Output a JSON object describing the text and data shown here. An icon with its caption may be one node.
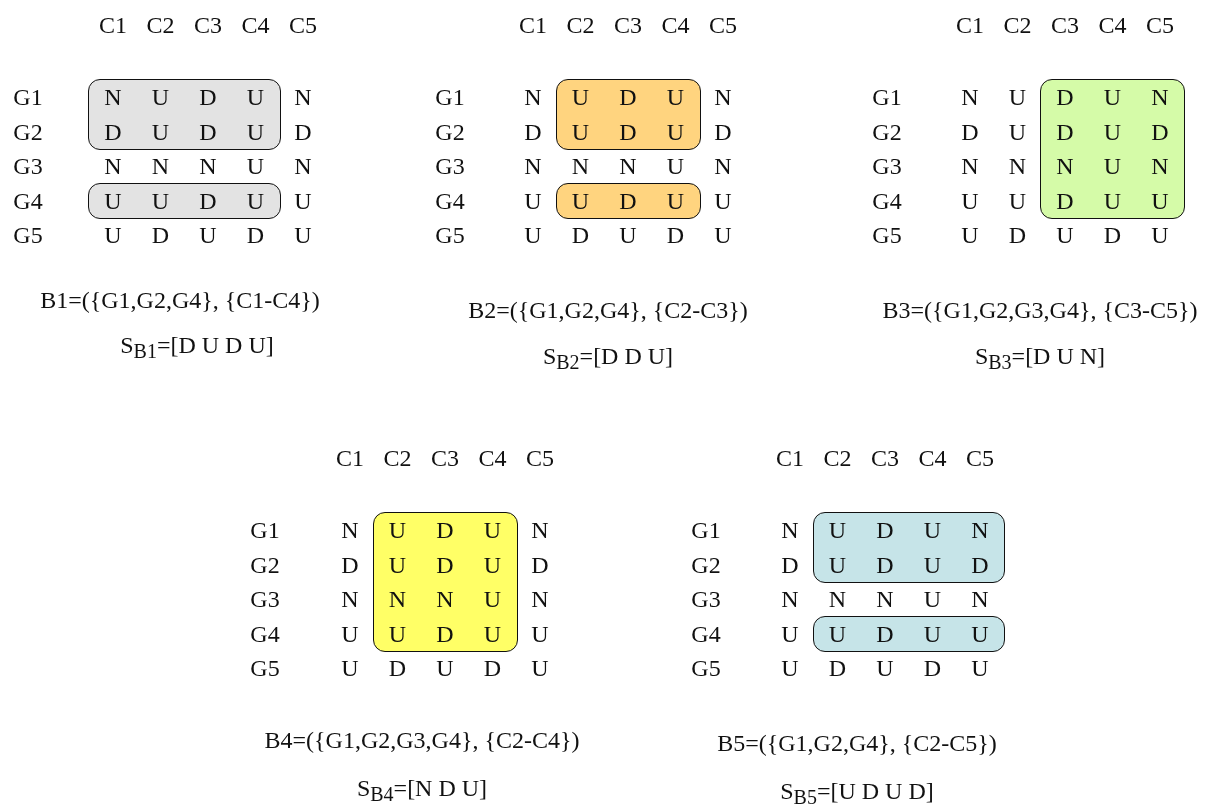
{
  "diagram": {
    "labels": [
      "C1",
      "C2",
      "C3",
      "C4",
      "C5",
      "G1",
      "N",
      "U",
      "D",
      "U",
      "N",
      "G2",
      "D",
      "U",
      "D",
      "U",
      "D",
      "G3",
      "N",
      "N",
      "N",
      "U",
      "N",
      "G4",
      "U",
      "U",
      "D",
      "U",
      "U",
      "G5",
      "U",
      "D",
      "U",
      "D",
      "U",
      "B1=({G1,G2,G4}, {C1-C4})",
      "S$_{B1}$=[D  U  D  U]",
      "C1",
      "C2",
      "C3",
      "C4",
      "C5",
      "G1",
      "N",
      "U",
      "D",
      "U",
      "N",
      "G2",
      "D",
      "U",
      "D",
      "U",
      "D",
      "G3",
      "N",
      "N",
      "N",
      "U",
      "N",
      "G4",
      "U",
      "U",
      "D",
      "U",
      "U",
      "G5",
      "U",
      "D",
      "U",
      "D",
      "U",
      "B2=({G1,G2,G4}, {C2-C3})",
      "S$_{B2}$=[D D U]",
      "C1",
      "C2",
      "C3",
      "C4",
      "C5",
      "G1",
      "N",
      "U",
      "D",
      "U",
      "N",
      "G2",
      "D",
      "U",
      "D",
      "U",
      "D",
      "G3",
      "N",
      "N",
      "N",
      "U",
      "N",
      "G4",
      "U",
      "U",
      "D",
      "U",
      "U",
      "G5",
      "U",
      "D",
      "U",
      "D",
      "U",
      "B3=({G1,G2,G3,G4}, {C3-C5})",
      "S$_{B3}$=[D U N]",
      "C1",
      "C2",
      "C3",
      "C4",
      "C5",
      "G1",
      "N",
      "U",
      "D",
      "U",
      "N",
      "G2",
      "D",
      "U",
      "D",
      "U",
      "D",
      "G3",
      "N",
      "N",
      "N",
      "U",
      "N",
      "G4",
      "U",
      "U",
      "D",
      "U",
      "U",
      "G5",
      "U",
      "D",
      "U",
      "D",
      "U",
      "B4=({G1,G2,G3,G4}, {C2-C4})",
      "S$_{B4}$=[N D U]",
      "C1",
      "C2",
      "C3",
      "C4",
      "C5",
      "G1",
      "N",
      "U",
      "D",
      "U",
      "N",
      "G2",
      "D",
      "U",
      "D",
      "U",
      "D",
      "G3",
      "N",
      "N",
      "N",
      "U",
      "N",
      "G4",
      "U",
      "U",
      "D",
      "U",
      "U",
      "G5",
      "U",
      "D",
      "U",
      "D",
      "U",
      "B5=({G1,G2,G4}, {C2-C5})",
      "S$_{B5}$=[U D U D]"
    ]
  }
}
